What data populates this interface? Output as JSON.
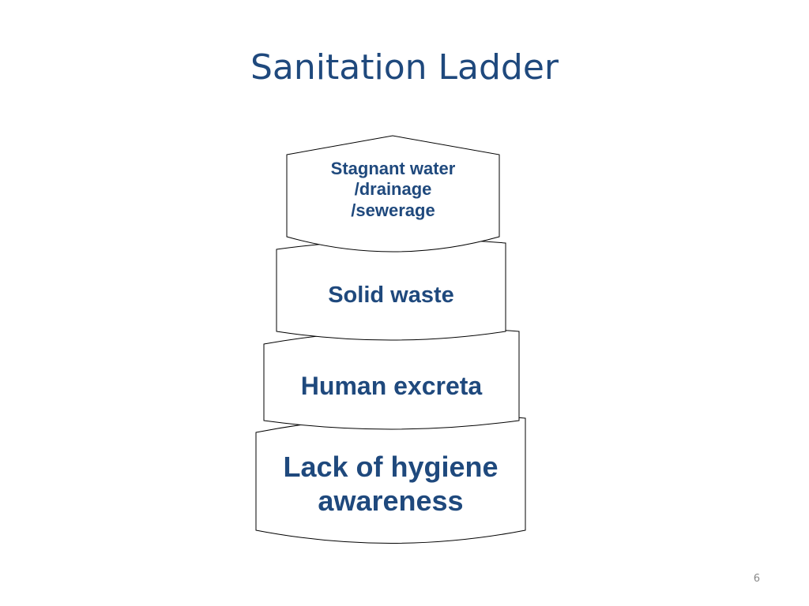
{
  "slide": {
    "title": "Sanitation Ladder",
    "page_number": "6"
  },
  "ladder": {
    "tiers": [
      {
        "label": "Stagnant water\n/drainage\n/sewerage"
      },
      {
        "label": "Solid waste"
      },
      {
        "label": "Human excreta"
      },
      {
        "label": "Lack of hygiene\nawareness"
      }
    ]
  },
  "colors": {
    "title": "#1f497d",
    "label": "#1f497d",
    "outline": "#000000"
  }
}
